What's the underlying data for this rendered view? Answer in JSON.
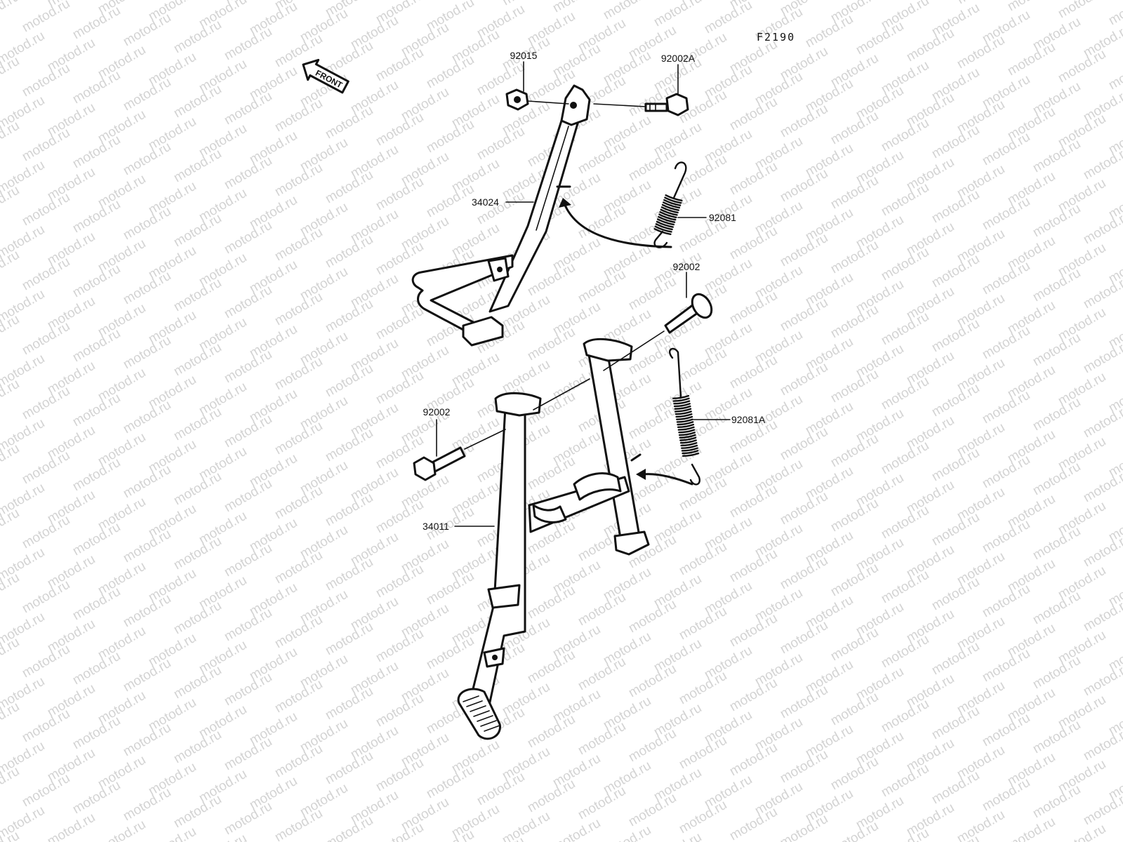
{
  "figure_code": "F2190",
  "front_arrow": {
    "label": "FRONT",
    "icon": "front-direction-arrow-icon"
  },
  "watermark_text": "motod.ru",
  "parts": [
    {
      "id": "p-92015",
      "number": "92015",
      "name": "nut"
    },
    {
      "id": "p-92002A",
      "number": "92002A",
      "name": "bolt"
    },
    {
      "id": "p-34024",
      "number": "34024",
      "name": "side-stand"
    },
    {
      "id": "p-92081",
      "number": "92081",
      "name": "spring"
    },
    {
      "id": "p-92002-right",
      "number": "92002",
      "name": "bolt"
    },
    {
      "id": "p-92002-left",
      "number": "92002",
      "name": "bolt"
    },
    {
      "id": "p-92081A",
      "number": "92081A",
      "name": "spring"
    },
    {
      "id": "p-34011",
      "number": "34011",
      "name": "center-stand"
    }
  ],
  "colors": {
    "ink": "#111111",
    "watermark": "#d3d3d3",
    "background": "#ffffff"
  }
}
